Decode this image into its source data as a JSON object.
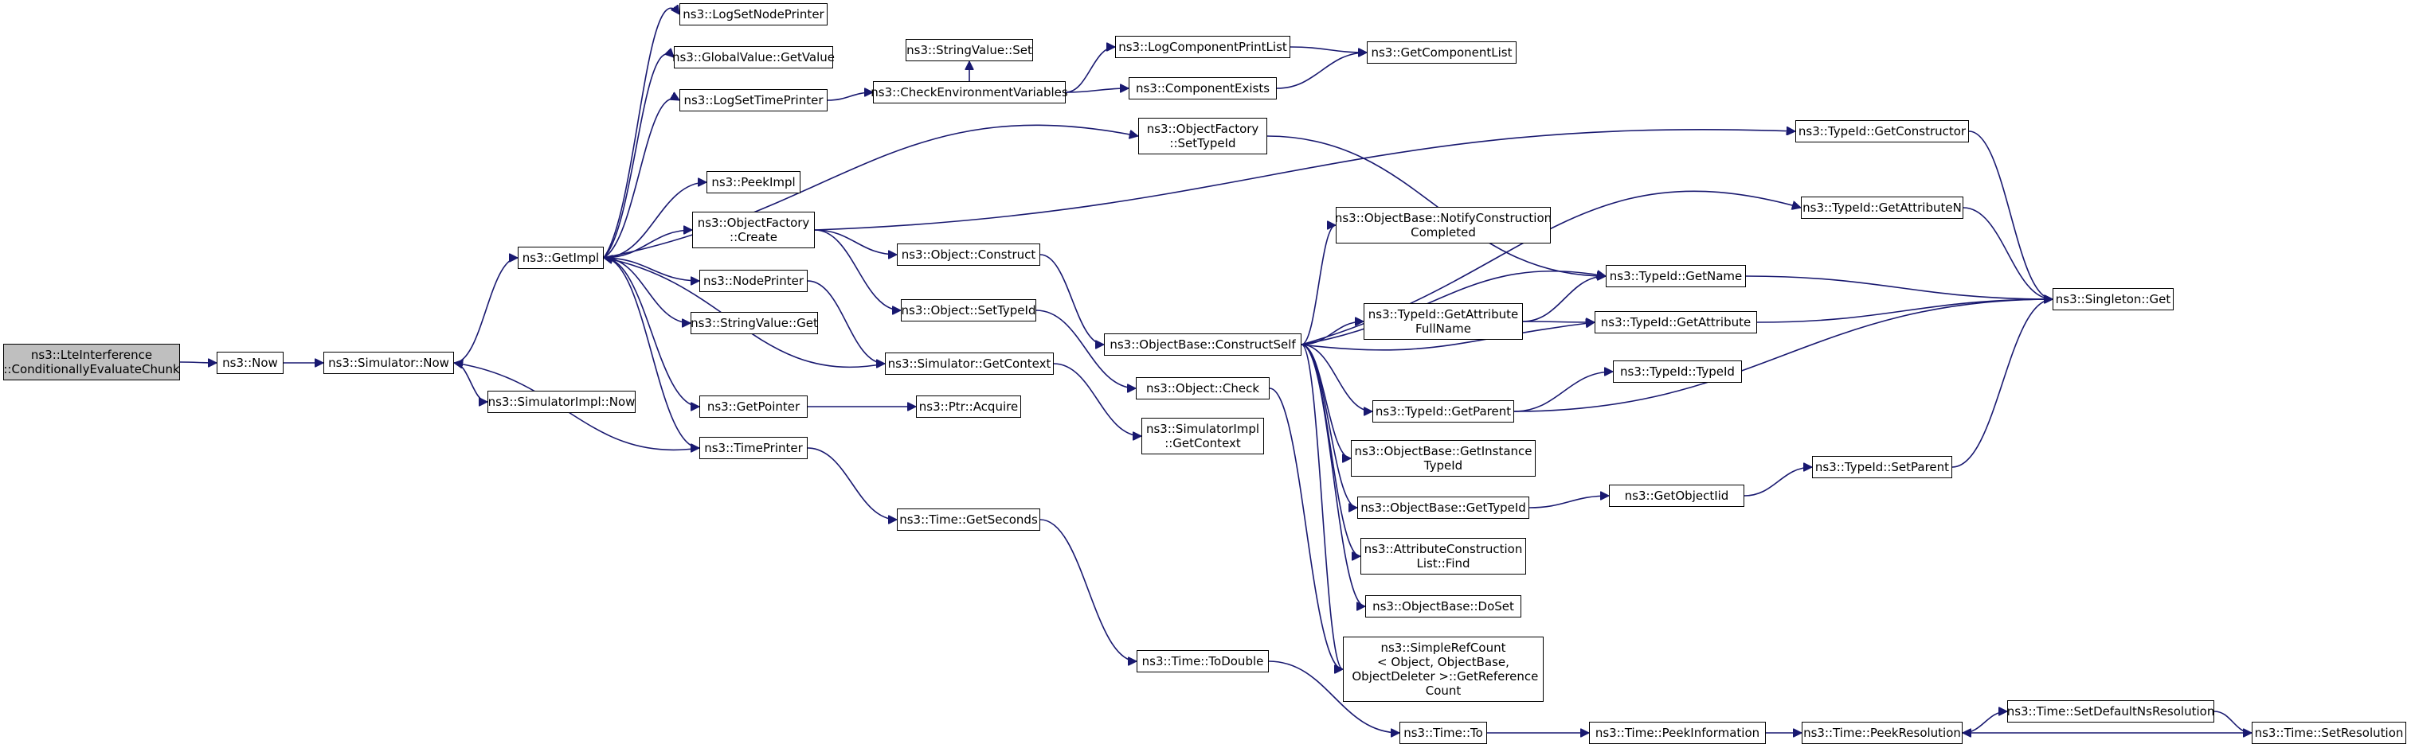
{
  "graph": {
    "colors": {
      "edge": "#191970",
      "root_fill": "#bfbfbf",
      "node_fill": "#ffffff",
      "node_border": "#000000"
    },
    "nodes": [
      {
        "id": "n0",
        "label": "ns3::LteInterference\n::ConditionallyEvaluateChunk",
        "root": true
      },
      {
        "id": "n1",
        "label": "ns3::Now"
      },
      {
        "id": "n2",
        "label": "ns3::Simulator::Now"
      },
      {
        "id": "n3",
        "label": "ns3::GetImpl"
      },
      {
        "id": "n4",
        "label": "ns3::SimulatorImpl::Now"
      },
      {
        "id": "n5",
        "label": "ns3::LogSetNodePrinter"
      },
      {
        "id": "n6",
        "label": "ns3::GlobalValue::GetValue"
      },
      {
        "id": "n7",
        "label": "ns3::LogSetTimePrinter"
      },
      {
        "id": "n8",
        "label": "ns3::PeekImpl"
      },
      {
        "id": "n9",
        "label": "ns3::ObjectFactory\n::Create"
      },
      {
        "id": "n10",
        "label": "ns3::NodePrinter"
      },
      {
        "id": "n11",
        "label": "ns3::StringValue::Get"
      },
      {
        "id": "n12",
        "label": "ns3::GetPointer"
      },
      {
        "id": "n13",
        "label": "ns3::TimePrinter"
      },
      {
        "id": "n14",
        "label": "ns3::StringValue::Set"
      },
      {
        "id": "n15",
        "label": "ns3::CheckEnvironmentVariables"
      },
      {
        "id": "n16",
        "label": "ns3::Object::Construct"
      },
      {
        "id": "n17",
        "label": "ns3::Object::SetTypeId"
      },
      {
        "id": "n18",
        "label": "ns3::Simulator::GetContext"
      },
      {
        "id": "n19",
        "label": "ns3::Ptr::Acquire"
      },
      {
        "id": "n20",
        "label": "ns3::Time::GetSeconds"
      },
      {
        "id": "n21",
        "label": "ns3::LogComponentPrintList"
      },
      {
        "id": "n22",
        "label": "ns3::ComponentExists"
      },
      {
        "id": "n23",
        "label": "ns3::ObjectFactory\n::SetTypeId"
      },
      {
        "id": "n24",
        "label": "ns3::ObjectBase::ConstructSelf"
      },
      {
        "id": "n25",
        "label": "ns3::Object::Check"
      },
      {
        "id": "n26",
        "label": "ns3::SimulatorImpl\n::GetContext"
      },
      {
        "id": "n27",
        "label": "ns3::Time::ToDouble"
      },
      {
        "id": "n28",
        "label": "ns3::GetComponentList"
      },
      {
        "id": "n29",
        "label": "ns3::ObjectBase::NotifyConstruction\nCompleted"
      },
      {
        "id": "n30",
        "label": "ns3::TypeId::GetAttribute\nFullName"
      },
      {
        "id": "n31",
        "label": "ns3::TypeId::GetParent"
      },
      {
        "id": "n32",
        "label": "ns3::ObjectBase::GetInstance\nTypeId"
      },
      {
        "id": "n33",
        "label": "ns3::ObjectBase::GetTypeId"
      },
      {
        "id": "n34",
        "label": "ns3::AttributeConstruction\nList::Find"
      },
      {
        "id": "n35",
        "label": "ns3::ObjectBase::DoSet"
      },
      {
        "id": "n36",
        "label": "ns3::SimpleRefCount\n< Object, ObjectBase,\n ObjectDeleter >::GetReference\nCount"
      },
      {
        "id": "n37",
        "label": "ns3::Time::To"
      },
      {
        "id": "n38",
        "label": "ns3::TypeId::GetConstructor"
      },
      {
        "id": "n39",
        "label": "ns3::TypeId::GetAttributeN"
      },
      {
        "id": "n40",
        "label": "ns3::TypeId::GetName"
      },
      {
        "id": "n41",
        "label": "ns3::TypeId::GetAttribute"
      },
      {
        "id": "n42",
        "label": "ns3::TypeId::TypeId"
      },
      {
        "id": "n43",
        "label": "ns3::GetObjectIid"
      },
      {
        "id": "n44",
        "label": "ns3::Time::PeekInformation"
      },
      {
        "id": "n45",
        "label": "ns3::Singleton::Get"
      },
      {
        "id": "n46",
        "label": "ns3::TypeId::SetParent"
      },
      {
        "id": "n47",
        "label": "ns3::Time::PeekResolution"
      },
      {
        "id": "n48",
        "label": "ns3::Time::SetDefaultNsResolution"
      },
      {
        "id": "n49",
        "label": "ns3::Time::SetResolution"
      }
    ]
  }
}
